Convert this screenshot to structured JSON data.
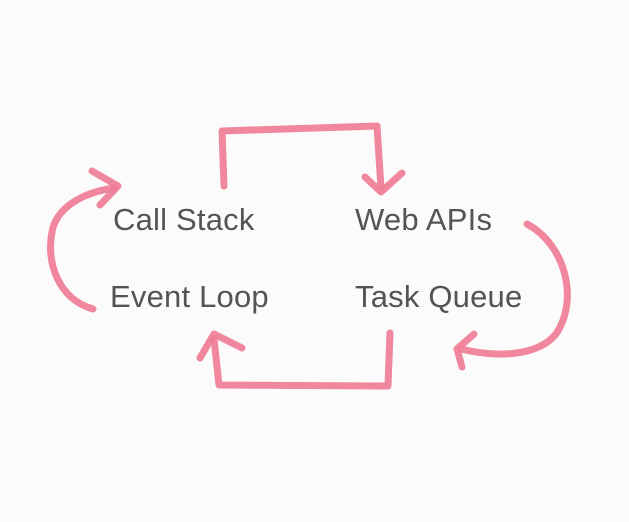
{
  "labels": {
    "call_stack": "Call Stack",
    "web_apis": "Web APIs",
    "event_loop": "Event Loop",
    "task_queue": "Task Queue"
  },
  "colors": {
    "background": "#fbfbfb",
    "text": "#545454",
    "arrow": "#f07d96"
  },
  "arrows": [
    {
      "name": "call-stack-to-web-apis",
      "from": "Call Stack",
      "to": "Web APIs"
    },
    {
      "name": "web-apis-to-task-queue",
      "from": "Web APIs",
      "to": "Task Queue"
    },
    {
      "name": "task-queue-to-event-loop",
      "from": "Task Queue",
      "to": "Event Loop"
    },
    {
      "name": "event-loop-to-call-stack",
      "from": "Event Loop",
      "to": "Call Stack"
    }
  ]
}
